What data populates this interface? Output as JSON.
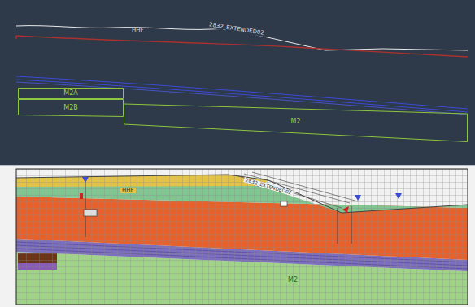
{
  "diagram": {
    "nodes": [
      {
        "text": [
          "M2A"
        ]
      },
      {
        "text": [
          "M2B"
        ]
      },
      {
        "text": [
          "M2"
        ]
      }
    ],
    "labels": [
      "HHF",
      "2832_EXTENDED02",
      "HHF",
      "2832_EXTENDED02",
      "M2"
    ]
  }
}
